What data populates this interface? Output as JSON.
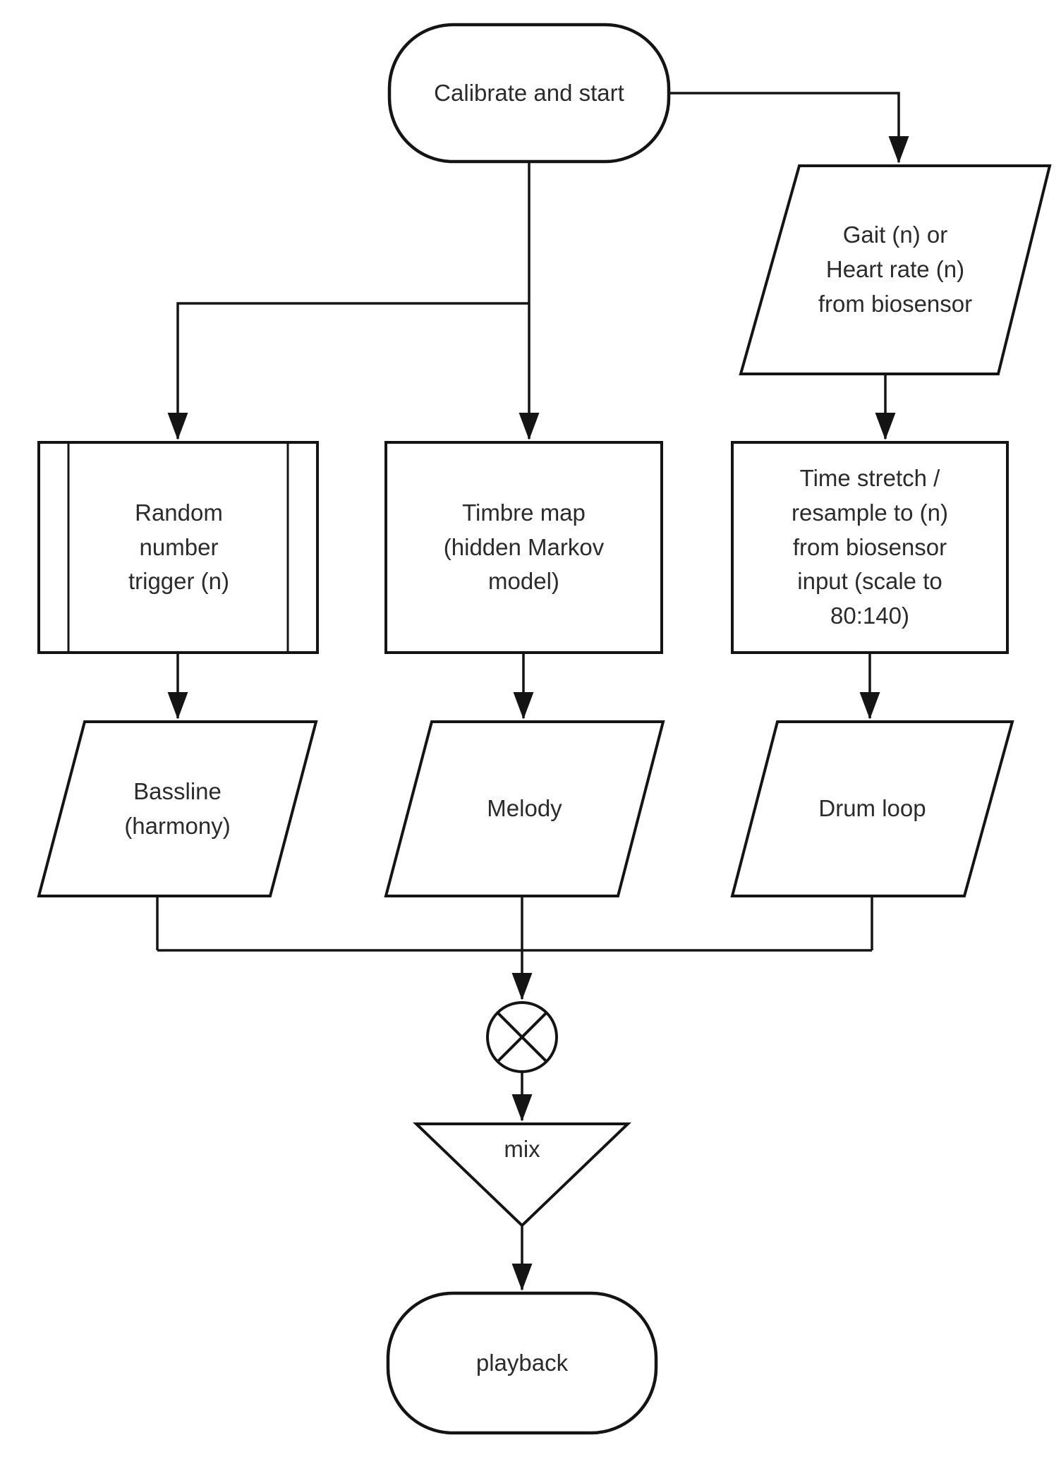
{
  "diagram": {
    "type": "flowchart",
    "colors": {
      "stroke": "#141414",
      "text": "#2b2b2b",
      "background": "#ffffff"
    },
    "nodes": {
      "start": {
        "label": "Calibrate and start",
        "shape": "terminator"
      },
      "biosensor_input": {
        "label": "Gait (n) or\nHeart rate (n)\nfrom biosensor",
        "shape": "parallelogram"
      },
      "random_trigger": {
        "label": "Random\nnumber\ntrigger (n)",
        "shape": "predefined-process"
      },
      "timbre_map": {
        "label": "Timbre map\n(hidden Markov\nmodel)",
        "shape": "process"
      },
      "time_stretch": {
        "label": "Time stretch /\nresample to (n)\nfrom biosensor\ninput (scale to\n80:140)",
        "shape": "process"
      },
      "bassline": {
        "label": "Bassline\n(harmony)",
        "shape": "parallelogram"
      },
      "melody": {
        "label": "Melody",
        "shape": "parallelogram"
      },
      "drum_loop": {
        "label": "Drum loop",
        "shape": "parallelogram"
      },
      "multiply_junction": {
        "label": "",
        "shape": "circle-x"
      },
      "mix": {
        "label": "mix",
        "shape": "inverted-triangle"
      },
      "playback": {
        "label": "playback",
        "shape": "terminator"
      }
    },
    "edges": [
      {
        "from": "start",
        "to": "biosensor_input"
      },
      {
        "from": "start",
        "to": "random_trigger"
      },
      {
        "from": "start",
        "to": "timbre_map"
      },
      {
        "from": "biosensor_input",
        "to": "time_stretch"
      },
      {
        "from": "random_trigger",
        "to": "bassline"
      },
      {
        "from": "timbre_map",
        "to": "melody"
      },
      {
        "from": "time_stretch",
        "to": "drum_loop"
      },
      {
        "from": "bassline",
        "to": "multiply_junction"
      },
      {
        "from": "melody",
        "to": "multiply_junction"
      },
      {
        "from": "drum_loop",
        "to": "multiply_junction"
      },
      {
        "from": "multiply_junction",
        "to": "mix"
      },
      {
        "from": "mix",
        "to": "playback"
      }
    ]
  }
}
